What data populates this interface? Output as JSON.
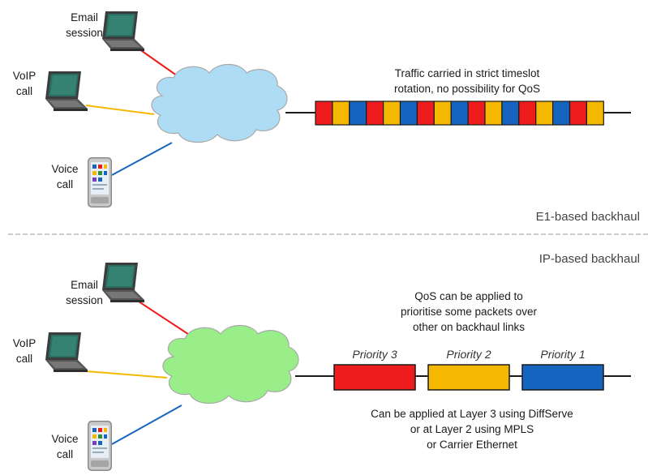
{
  "colors": {
    "red": "#ee1c1c",
    "yellow": "#f5b800",
    "blue": "#1565c0",
    "cloud_top": "#aedcf5",
    "cloud_bottom": "#99ee8a",
    "line": "#1a1a1a"
  },
  "top": {
    "devices": [
      {
        "line1": "Email",
        "line2": "session",
        "icon": "laptop-icon"
      },
      {
        "line1": "VoIP",
        "line2": "call",
        "icon": "laptop-icon"
      },
      {
        "line1": "Voice",
        "line2": "call",
        "icon": "smartphone-icon"
      }
    ],
    "note": [
      "Traffic carried in strict timeslot",
      "rotation, no possibility for QoS"
    ],
    "timeslots": [
      "red",
      "yellow",
      "blue",
      "red",
      "yellow",
      "blue",
      "red",
      "yellow",
      "blue",
      "red",
      "yellow",
      "blue",
      "red",
      "yellow",
      "blue",
      "red",
      "yellow"
    ],
    "caption": "E1-based backhaul"
  },
  "bottom": {
    "caption": "IP-based backhaul",
    "devices": [
      {
        "line1": "Email",
        "line2": "session",
        "icon": "laptop-icon"
      },
      {
        "line1": "VoIP",
        "line2": "call",
        "icon": "laptop-icon"
      },
      {
        "line1": "Voice",
        "line2": "call",
        "icon": "smartphone-icon"
      }
    ],
    "note": [
      "QoS can be applied to",
      "prioritise some packets over",
      "other on backhaul links"
    ],
    "priorities": [
      {
        "label": "Priority 3",
        "color": "red"
      },
      {
        "label": "Priority 2",
        "color": "yellow"
      },
      {
        "label": "Priority 1",
        "color": "blue"
      }
    ],
    "footnote": [
      "Can be applied at Layer 3 using DiffServe",
      "or at Layer 2 using MPLS",
      "or Carrier Ethernet"
    ]
  }
}
